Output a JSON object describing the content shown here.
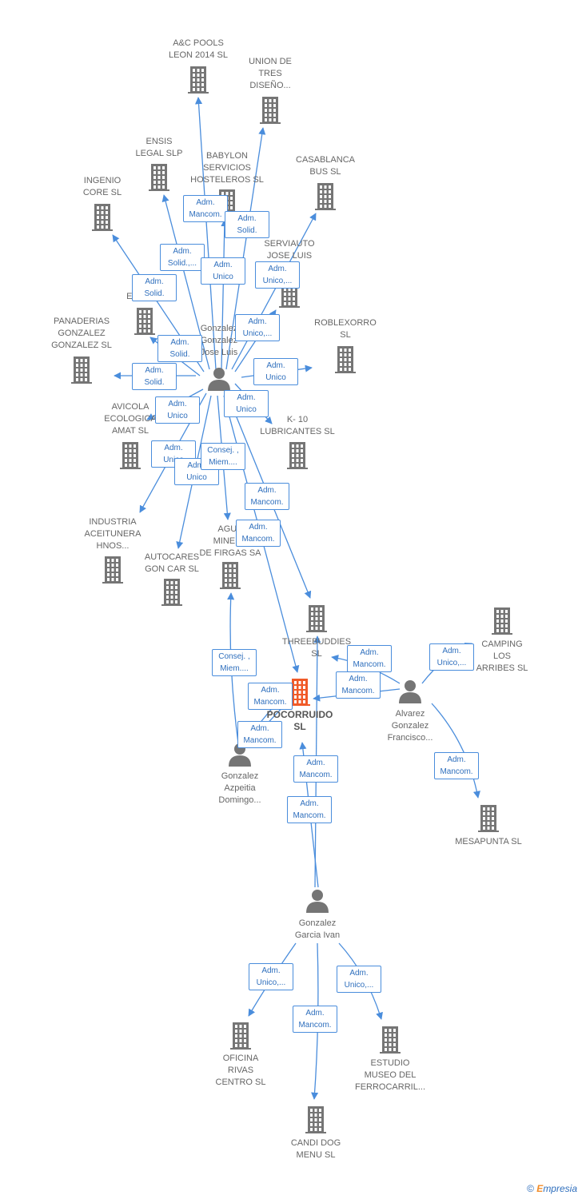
{
  "colors": {
    "company": "#757575",
    "main_company": "#f05a28",
    "person": "#757575",
    "edge": "#4a8ddc",
    "label": "#666666"
  },
  "nodes": [
    {
      "id": "acpools",
      "kind": "company",
      "label": "A&C POOLS\nLEON 2014  SL"
    },
    {
      "id": "union",
      "kind": "company",
      "label": "UNION DE\nTRES\nDISEÑO..."
    },
    {
      "id": "ensis",
      "kind": "company",
      "label": "ENSIS\nLEGAL  SLP"
    },
    {
      "id": "babylon",
      "kind": "company",
      "label": "BABYLON\nSERVICIOS\nHOSTELEROS SL"
    },
    {
      "id": "casablanca",
      "kind": "company",
      "label": "CASABLANCA\nBUS  SL"
    },
    {
      "id": "ingenio",
      "kind": "company",
      "label": "INGENIO\nCORE  SL"
    },
    {
      "id": "serviauto",
      "kind": "company",
      "label": "SERVIAUTO\nJOSE LUIS\nZ SL"
    },
    {
      "id": "extre",
      "kind": "company",
      "label": "EXTRE        L"
    },
    {
      "id": "panaderias",
      "kind": "company",
      "label": "PANADERIAS\nGONZALEZ\nGONZALEZ  SL"
    },
    {
      "id": "roblexorro",
      "kind": "company",
      "label": "ROBLEXORRO\nSL"
    },
    {
      "id": "avicola",
      "kind": "company",
      "label": "AVICOLA\nECOLOGICA\nAMAT  SL"
    },
    {
      "id": "k10",
      "kind": "company",
      "label": "K- 10\nLUBRICANTES SL"
    },
    {
      "id": "industria",
      "kind": "company",
      "label": "INDUSTRIA\nACEITUNERA\nHNOS..."
    },
    {
      "id": "autocares",
      "kind": "company",
      "label": "AUTOCARES\nGON CAR  SL"
    },
    {
      "id": "aguas",
      "kind": "company",
      "label": "AGUA\nMINERA\nDE FIRGAS SA"
    },
    {
      "id": "threebuddies",
      "kind": "company",
      "label": "THREEBUDDIES\nSL"
    },
    {
      "id": "camping",
      "kind": "company",
      "label": "CAMPING\nLOS\nARRIBES  SL"
    },
    {
      "id": "pocorruido",
      "kind": "main",
      "label": "POCORRUIDO\nSL"
    },
    {
      "id": "mesapunta",
      "kind": "company",
      "label": "MESAPUNTA SL"
    },
    {
      "id": "oficina",
      "kind": "company",
      "label": "OFICINA\nRIVAS\nCENTRO  SL"
    },
    {
      "id": "estudio",
      "kind": "company",
      "label": "ESTUDIO\nMUSEO DEL\nFERROCARRIL..."
    },
    {
      "id": "candidog",
      "kind": "company",
      "label": "CANDI DOG\nMENU  SL"
    },
    {
      "id": "p_joseluis",
      "kind": "person",
      "label": "Gonzalez\nGonzalez\nJose Luis"
    },
    {
      "id": "p_francisco",
      "kind": "person",
      "label": "Alvarez\nGonzalez\nFrancisco..."
    },
    {
      "id": "p_domingo",
      "kind": "person",
      "label": "Gonzalez\nAzpeitia\nDomingo..."
    },
    {
      "id": "p_ivan",
      "kind": "person",
      "label": "Gonzalez\nGarcia Ivan"
    }
  ],
  "relations": [
    {
      "from": "p_joseluis",
      "to": "acpools",
      "label": "Adm.\nMancom."
    },
    {
      "from": "p_joseluis",
      "to": "union",
      "label": "Adm.\nSolid."
    },
    {
      "from": "p_joseluis",
      "to": "ensis",
      "label": "Adm.\nSolid.,..."
    },
    {
      "from": "p_joseluis",
      "to": "babylon",
      "label": "Adm.\nUnico"
    },
    {
      "from": "p_joseluis",
      "to": "casablanca",
      "label": "Adm.\nUnico,..."
    },
    {
      "from": "p_joseluis",
      "to": "ingenio",
      "label": "Adm.\nSolid."
    },
    {
      "from": "p_joseluis",
      "to": "serviauto",
      "label": "Adm.\nUnico,..."
    },
    {
      "from": "p_joseluis",
      "to": "extre",
      "label": "Adm.\nSolid."
    },
    {
      "from": "p_joseluis",
      "to": "panaderias",
      "label": "Adm.\nSolid."
    },
    {
      "from": "p_joseluis",
      "to": "roblexorro",
      "label": "Adm.\nUnico"
    },
    {
      "from": "p_joseluis",
      "to": "k10",
      "label": "Adm.\nUnico"
    },
    {
      "from": "p_joseluis",
      "to": "avicola",
      "label": "Adm.\nUnico"
    },
    {
      "from": "p_joseluis",
      "to": "industria",
      "label": "Adm.\nUnico"
    },
    {
      "from": "p_joseluis",
      "to": "autocares",
      "label": "Adm.\nUnico"
    },
    {
      "from": "p_joseluis",
      "to": "aguas",
      "label": "Consej. ,\nMiem...."
    },
    {
      "from": "p_joseluis",
      "to": "threebuddies",
      "label": "Adm.\nMancom."
    },
    {
      "from": "p_joseluis",
      "to": "pocorruido",
      "label": "Adm.\nMancom."
    },
    {
      "from": "p_domingo",
      "to": "aguas",
      "label": "Consej. ,\nMiem...."
    },
    {
      "from": "p_domingo",
      "to": "pocorruido",
      "label": "Adm.\nMancom."
    },
    {
      "from": "p_domingo",
      "to": "pocorruido",
      "label": "Adm.\nMancom."
    },
    {
      "from": "p_francisco",
      "to": "threebuddies",
      "label": "Adm.\nMancom."
    },
    {
      "from": "p_francisco",
      "to": "pocorruido",
      "label": "Adm.\nMancom."
    },
    {
      "from": "p_francisco",
      "to": "camping",
      "label": "Adm.\nUnico,..."
    },
    {
      "from": "p_francisco",
      "to": "mesapunta",
      "label": "Adm.\nMancom."
    },
    {
      "from": "p_ivan",
      "to": "pocorruido",
      "label": "Adm.\nMancom."
    },
    {
      "from": "p_ivan",
      "to": "threebuddies",
      "label": "Adm.\nMancom."
    },
    {
      "from": "p_ivan",
      "to": "oficina",
      "label": "Adm.\nUnico,..."
    },
    {
      "from": "p_ivan",
      "to": "estudio",
      "label": "Adm.\nUnico,..."
    },
    {
      "from": "p_ivan",
      "to": "candidog",
      "label": "Adm.\nMancom."
    }
  ],
  "footer": {
    "copyright_symbol": "©",
    "brand_initial": "E",
    "brand_rest": "mpresia"
  }
}
